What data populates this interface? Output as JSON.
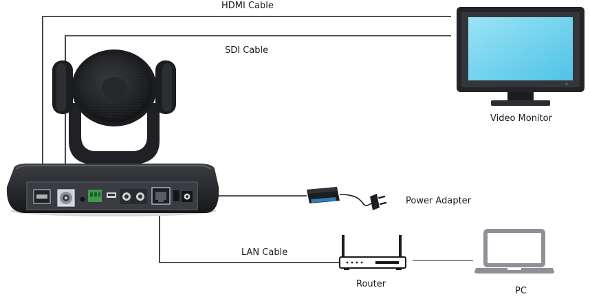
{
  "labels": {
    "hdmi_cable": "HDMI Cable",
    "sdi_cable": "SDI Cable",
    "video_monitor": "Video Monitor",
    "power_adapter": "Power Adapter",
    "lan_cable": "LAN Cable",
    "router": "Router",
    "pc": "PC"
  },
  "colors": {
    "line": "#1a1a1a",
    "device_body": "#2b2d31",
    "device_dark": "#141517",
    "screen": "#6fd3ef",
    "adapter_accent": "#2a7fb8"
  },
  "icons": [
    "ptz-camera-icon",
    "video-monitor-icon",
    "power-adapter-icon",
    "power-plug-icon",
    "router-icon",
    "laptop-icon"
  ]
}
